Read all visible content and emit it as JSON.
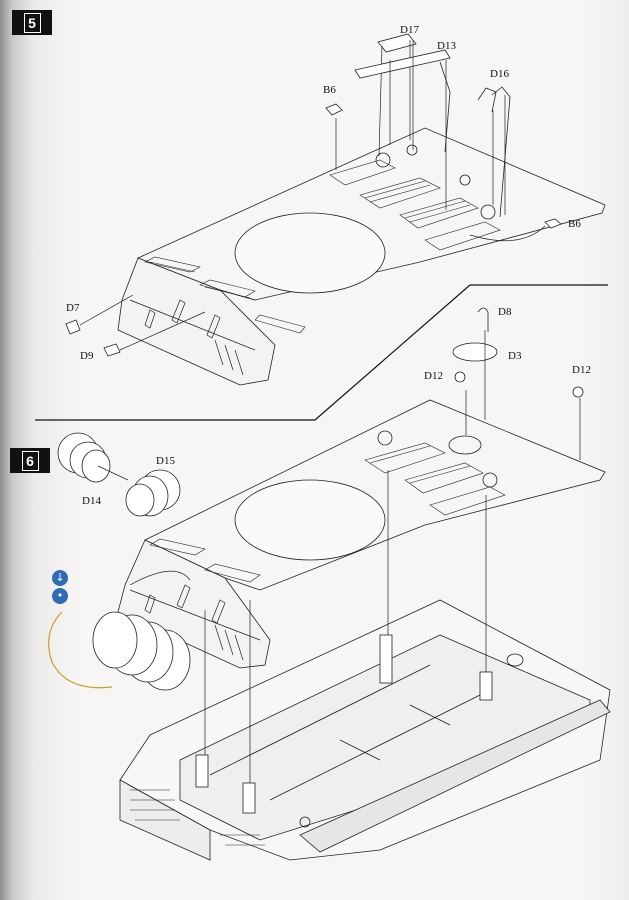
{
  "steps": [
    {
      "id": "step5",
      "number": "5"
    },
    {
      "id": "step6",
      "number": "6"
    }
  ],
  "step5_labels": {
    "b6_top": "B6",
    "d17": "D17",
    "d13": "D13",
    "d16": "D16",
    "b6_right": "B6",
    "d7": "D7",
    "d9": "D9"
  },
  "step6_labels": {
    "d8": "D8",
    "d3": "D3",
    "d12_left": "D12",
    "d12_right": "D12",
    "d15": "D15",
    "d14": "D14"
  },
  "icons": {
    "glue": "glue-icon",
    "glue_symbol": "↓",
    "wire": "wire-icon",
    "wire_symbol": "•"
  },
  "colors": {
    "step_badge": "#111111",
    "icon_blue": "#2f6bb5",
    "wire_yellow": "#c8a024"
  }
}
